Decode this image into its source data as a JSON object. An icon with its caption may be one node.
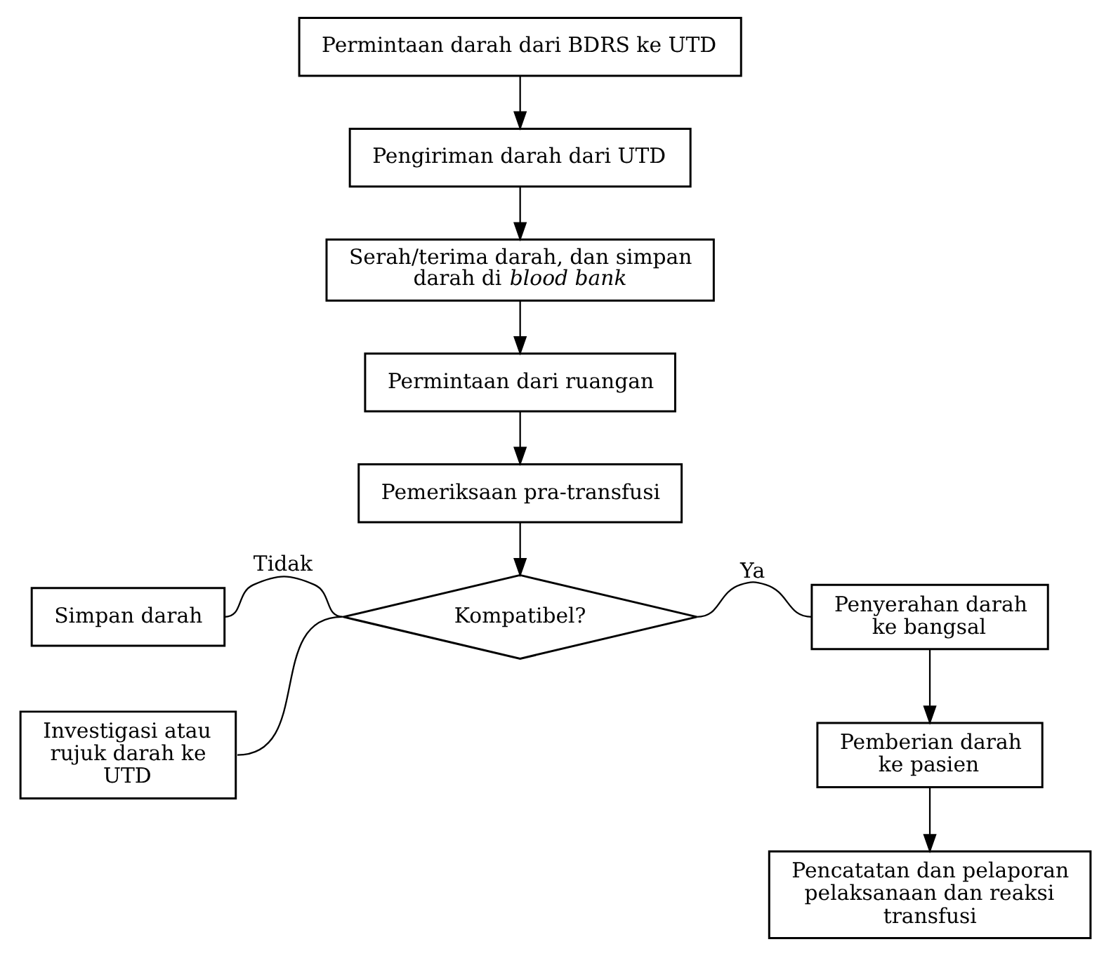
{
  "diagram": {
    "nodes": [
      {
        "text": [
          "Permintaan darah dari BDRS ke UTD"
        ]
      },
      {
        "text": [
          "Pengiriman darah dari UTD"
        ]
      },
      {
        "text": [
          "Serah/terima darah, dan simpan darah di *blood bank*"
        ]
      },
      {
        "text": [
          "Permintaan dari ruangan"
        ]
      },
      {
        "text": [
          "Pemeriksaan pra-transfusi"
        ]
      },
      {
        "text": [
          "Kompatibel?"
        ]
      },
      {
        "text": [
          "Simpan darah"
        ]
      },
      {
        "text": [
          "Penyerahan darah ke bangsal"
        ]
      },
      {
        "text": [
          "Investigasi atau rujuk darah ke UTD"
        ]
      },
      {
        "text": [
          "Pemberian darah ke pasien"
        ]
      },
      {
        "text": [
          "Pencatatan dan pelaporan pelaksanaan dan reaksi transfusi"
        ]
      }
    ],
    "edges": [
      {
        "from": 0,
        "to": 1,
        "arrow": "to"
      },
      {
        "from": 1,
        "to": 2,
        "arrow": "to"
      },
      {
        "from": 2,
        "to": 3,
        "arrow": "to"
      },
      {
        "from": 3,
        "to": 4,
        "arrow": "to"
      },
      {
        "from": 4,
        "to": 5,
        "arrow": "to"
      },
      {
        "from": 5,
        "to": 6,
        "arrow": "none",
        "label": "Tidak"
      },
      {
        "from": 5,
        "to": 8,
        "arrow": "none"
      },
      {
        "from": 5,
        "to": 7,
        "arrow": "none",
        "label": "Ya"
      },
      {
        "from": 7,
        "to": 9,
        "arrow": "to"
      },
      {
        "from": 9,
        "to": 10,
        "arrow": "to"
      }
    ]
  }
}
